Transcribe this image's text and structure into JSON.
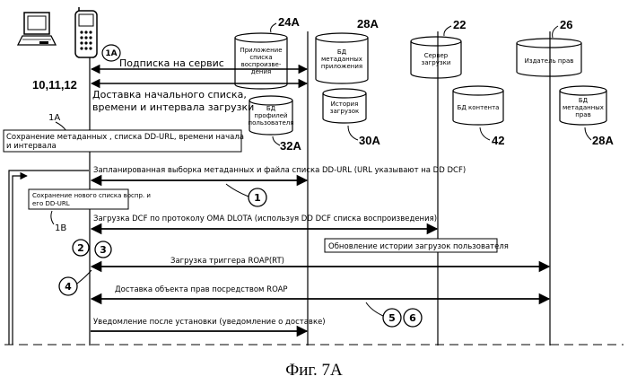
{
  "lane_refs": {
    "devices": "10,11,12",
    "playlist_app": "24A",
    "metadata_db": "28A",
    "download_server": "22",
    "rights_issuer": "26",
    "user_profile_db": "32A",
    "download_history": "30A",
    "content_db": "42",
    "rights_metadata_db": "28A"
  },
  "cylinders": {
    "playlist_app": [
      "Приложение",
      "списка",
      "воспроизве-",
      "дения"
    ],
    "metadata_db": [
      "БД",
      "метаданных",
      "приложения"
    ],
    "download_server": [
      "Сервер",
      "загрузки"
    ],
    "rights_issuer": [
      "Издатель прав"
    ],
    "user_profile_db": [
      "БД",
      "профилей",
      "пользователя"
    ],
    "download_history": [
      "История",
      "загрузок"
    ],
    "content_db": [
      "БД контента"
    ],
    "rights_metadata_db": [
      "БД",
      "метаданных",
      "прав"
    ]
  },
  "markers": {
    "m1A_top": "1A",
    "m1A_side": "1A",
    "m1B": "1B",
    "c1": "1",
    "c2": "2",
    "c3": "3",
    "c4": "4",
    "c5": "5",
    "c6": "6"
  },
  "messages": {
    "subscribe": "Подписка на сервис",
    "initial_list_1": "Доставка начального списка,",
    "initial_list_2": "времени и интервала загрузки",
    "save_meta_1": "Сохранение метаданных , списка DD-URL, времени начала",
    "save_meta_2": "и интервала",
    "scheduled": "Запланированная выборка метаданных и файла списка DD-URL (URL указывают на DD DCF)",
    "save_new_1": "Сохранение нового списка воспр. и",
    "save_new_2": "его DD-URL",
    "dcf_download": "Загрузка DCF по протоколу OMA DLOTA (используя DD DCF  списка воспроизведения)",
    "history_update": "Обновление истории загрузок пользователя",
    "roap_trigger": "Загрузка триггера ROAP(RT)",
    "rights_delivery": "Доставка объекта прав посредством ROAP",
    "install_notify": "Уведомление после установки (уведомление о доставке)"
  },
  "caption": "Фиг. 7A"
}
